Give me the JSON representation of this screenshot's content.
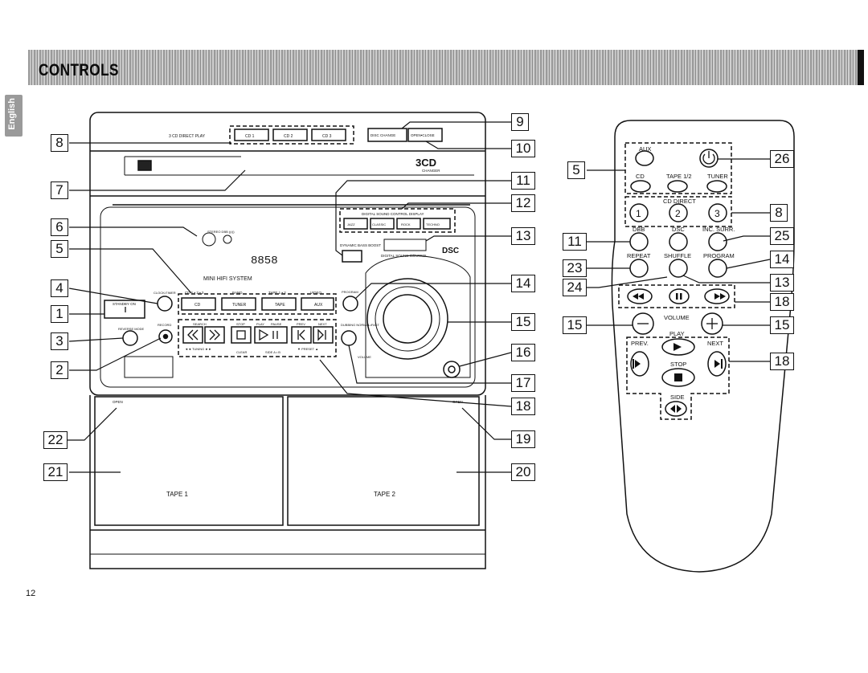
{
  "page": {
    "title": "CONTROLS",
    "language_tab": "English",
    "page_number": "12"
  },
  "unit": {
    "cd_direct_label": "3 CD DIRECT PLAY",
    "cd_buttons": [
      "CD 1",
      "CD 2",
      "CD 3"
    ],
    "disc_change": "DISC CHANGE",
    "open_close": "OPEN•CLOSE",
    "changer_logo": "3CD",
    "changer_sub": "CHANGER",
    "dsc_display_label": "DIGITAL SOUND CONTROL DISPLAY",
    "dsc_buttons": [
      "JAZZ",
      "CLASSIC",
      "ROCK",
      "TECHNO"
    ],
    "dbb_label": "DYNAMIC BASS BOOST",
    "dsc_label": "DIGITAL SOUND CONTROL",
    "dsc_logo": "DSC",
    "system_name": "MINI HIFI SYSTEM",
    "display_digits": "8858",
    "display_icons": "STEREO  DBB  ((•))",
    "source_labels": [
      "CD 1 • 2 • 3",
      "BAND",
      "TAPE 1 • 2",
      "VIDEO"
    ],
    "source_buttons": [
      "CD",
      "TUNER",
      "TAPE",
      "AUX"
    ],
    "clock_timer": "CLOCK•TIMER",
    "standby_on": "STANDBY ON",
    "reverse_mode": "REVERSE MODE",
    "record": "RECORD",
    "transport_top": [
      "SEARCH",
      "STOP",
      "PLAY",
      "PAUSE",
      "PREV",
      "NEXT"
    ],
    "transport_bottom": [
      "◄◄ TUNING ►►",
      "CLEAR",
      "SIDE A • B",
      "▼ PRESET ▲"
    ],
    "program": "PROGRAM",
    "dubbing": "DUBBING NORMAL•FAST",
    "volume": "VOLUME",
    "open": "OPEN",
    "tape1": "TAPE 1",
    "tape2": "TAPE 2"
  },
  "remote": {
    "aux": "AUX",
    "sources": [
      "CD",
      "TAPE 1/2",
      "TUNER"
    ],
    "cd_direct": "CD DIRECT",
    "cd_numbers": [
      "1",
      "2",
      "3"
    ],
    "row_a": [
      "DBB",
      "DSC",
      "INC. SURR."
    ],
    "row_b": [
      "REPEAT",
      "SHUFFLE",
      "PROGRAM"
    ],
    "volume": "VOLUME",
    "vol_minus": "−",
    "vol_plus": "+",
    "play": "PLAY",
    "prev": "PREV.",
    "next": "NEXT",
    "stop": "STOP",
    "side": "SIDE"
  },
  "callouts_left": [
    "8",
    "7",
    "6",
    "5",
    "4",
    "1",
    "3",
    "2",
    "22",
    "21"
  ],
  "callouts_mid": [
    "9",
    "10",
    "11",
    "12",
    "13",
    "14",
    "15",
    "16",
    "17",
    "18",
    "19",
    "20"
  ],
  "callouts_remote_left": [
    "5",
    "11",
    "23",
    "24",
    "15"
  ],
  "callouts_remote_right": [
    "26",
    "8",
    "25",
    "14",
    "13",
    "18",
    "15",
    "18"
  ]
}
